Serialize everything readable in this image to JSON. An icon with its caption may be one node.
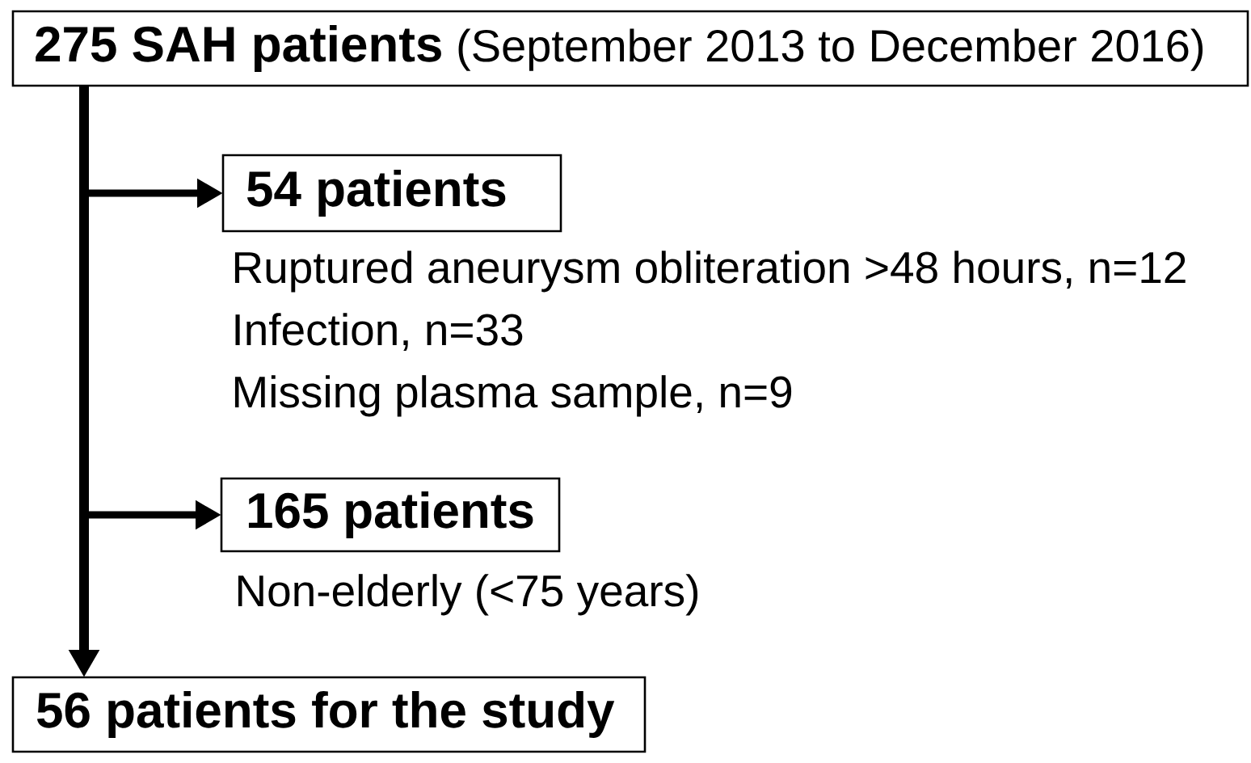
{
  "diagram": {
    "nodes": [
      {
        "text": [
          "275 SAH patients",
          "(September 2013 to December 2016)"
        ]
      },
      {
        "text": [
          "54 patients"
        ],
        "beside": [
          "Ruptured aneurysm obliteration >48 hours, n=12",
          "Infection, n=33",
          "Missing plasma sample, n=9"
        ]
      },
      {
        "text": [
          "165 patients"
        ],
        "beside": [
          "Non-elderly (<75 years)"
        ]
      },
      {
        "text": [
          "56 patients for the study"
        ]
      }
    ],
    "edges": [
      {
        "from": 0,
        "to": 1,
        "arrow": "to"
      },
      {
        "from": 0,
        "to": 2,
        "arrow": "to"
      },
      {
        "from": 0,
        "to": 3,
        "arrow": "to"
      }
    ]
  }
}
